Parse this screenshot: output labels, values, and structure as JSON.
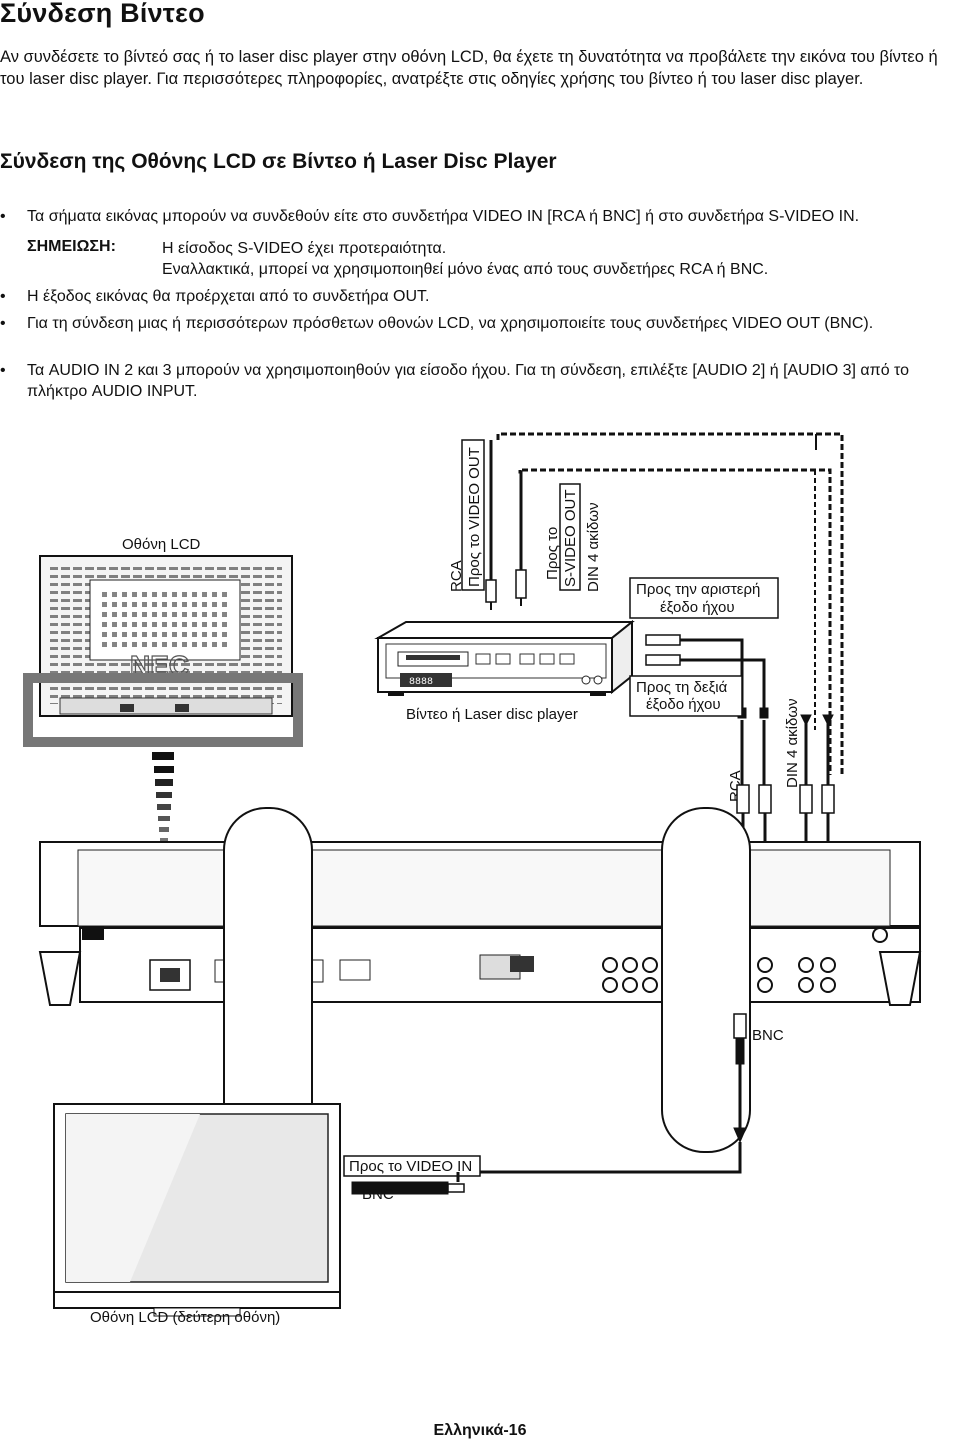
{
  "title": "Σύνδεση Βίντεο",
  "intro": "Αν συνδέσετε το βίντεό σας ή το laser disc player στην οθόνη LCD, θα έχετε τη δυνατότητα να προβάλετε την εικόνα του βίντεο ή του laser disc player. Για περισσότερες πληροφορίες, ανατρέξτε στις οδηγίες χρήσης του βίντεο ή του laser disc player.",
  "section_title": "Σύνδεση της Οθόνης LCD σε Βίντεο ή Laser Disc Player",
  "bullets": [
    "Τα σήματα εικόνας μπορούν να συνδεθούν είτε στο συνδετήρα VIDEO IN [RCA ή BNC] ή στο συνδετήρα S-VIDEO IN.",
    "Η έξοδος εικόνας θα προέρχεται από το συνδετήρα OUT.",
    "Για τη σύνδεση μιας ή περισσότερων πρόσθετων οθονών LCD, να χρησιμοποιείτε τους συνδετήρες VIDEO OUT (BNC).",
    "Τα AUDIO IN 2 και 3 μπορούν να χρησιμοποιηθούν για είσοδο ήχου. Για τη σύνδεση, επιλέξτε [AUDIO 2] ή [AUDIO 3] από το πλήκτρο AUDIO INPUT."
  ],
  "note": {
    "label": "ΣΗΜΕΙΩΣΗ:",
    "line1": "Η είσοδος S-VIDEO έχει προτεραιότητα.",
    "line2": "Εναλλακτικά, μπορεί να χρησιμοποιηθεί μόνο ένας από τους συνδετήρες RCA ή BNC."
  },
  "diagram": {
    "lcd_label": "Οθόνη LCD",
    "rca_top": "RCA",
    "to_video_out": "Προς το VIDEO OUT",
    "to_label": "Προς το",
    "svideo_out": "S-VIDEO OUT",
    "din_top": "DIN 4 ακίδων",
    "left_audio": [
      "Προς την αριστερή",
      "έξοδο ήχου"
    ],
    "right_audio": [
      "Προς τη δεξιά",
      "έξοδο ήχου"
    ],
    "vcr_label": "Βίντεο ή Laser disc player",
    "vcr_display": "8888",
    "rca_right": "RCA",
    "din_right": "DIN 4 ακίδων",
    "bnc_right": "BNC",
    "to_video_in": "Προς το VIDEO IN",
    "bnc_bottom": "BNC",
    "second_display": "Οθόνη LCD (δεύτερη οθόνη)",
    "brand": "NEC"
  },
  "footer": "Ελληνικά-16"
}
